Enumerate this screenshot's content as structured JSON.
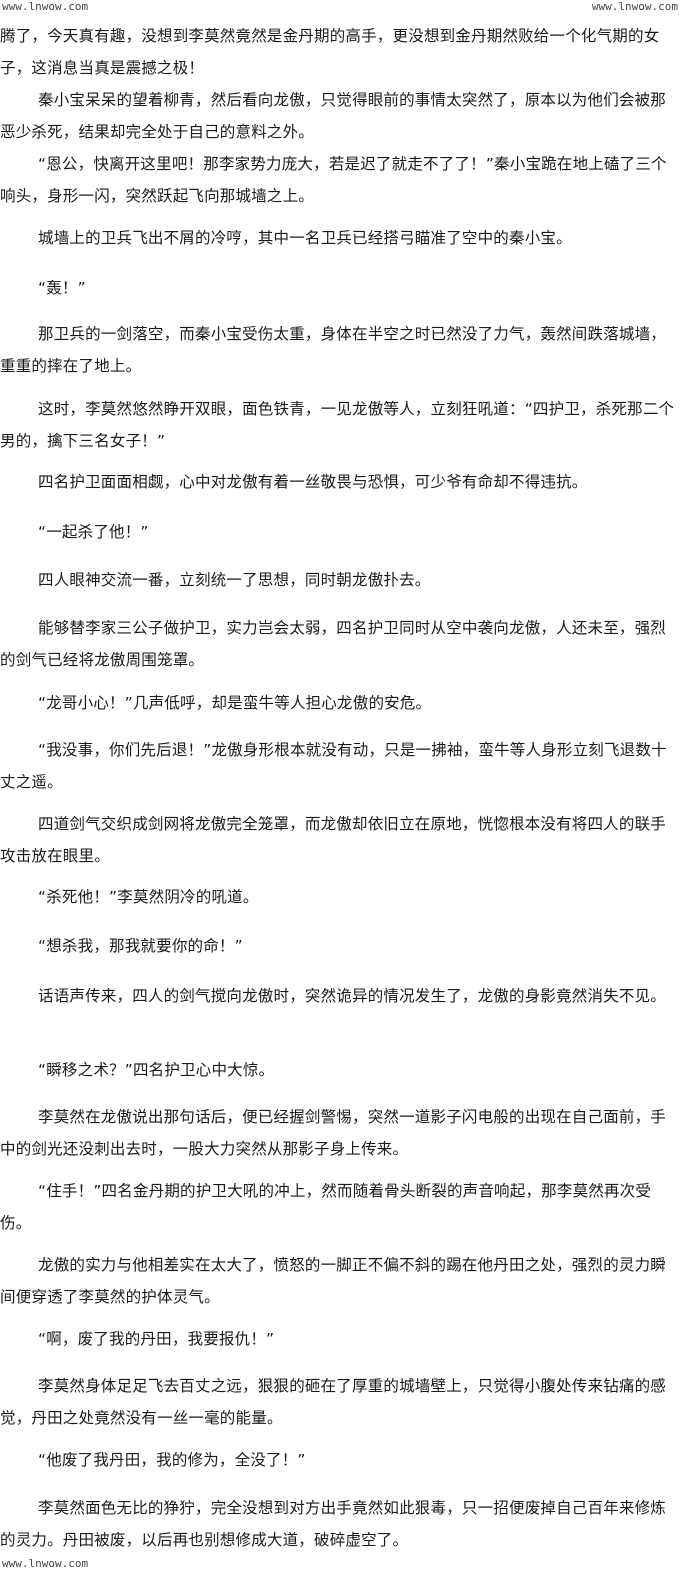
{
  "watermarks": {
    "top_left": "www.lnwow.com",
    "top_right": "www.lnwow.com",
    "bottom_left": "www.lnwow.com"
  },
  "paragraphs": [
    "腾了，今天真有趣，没想到李莫然竟然是金丹期的高手，更没想到金丹期然败给一个化气期的女子，这消息当真是震撼之极！",
    "秦小宝呆呆的望着柳青，然后看向龙傲，只觉得眼前的事情太突然了，原本以为他们会被那恶少杀死，结果却完全处于自己的意料之外。",
    "“恩公，快离开这里吧！那李家势力庞大，若是迟了就走不了了！”秦小宝跪在地上磕了三个响头，身形一闪，突然跃起飞向那城墙之上。",
    "城墙上的卫兵飞出不屑的冷哼，其中一名卫兵已经搭弓瞄准了空中的秦小宝。",
    "“轰！”",
    "那卫兵的一剑落空，而秦小宝受伤太重，身体在半空之时已然没了力气，轰然间跌落城墙，重重的摔在了地上。",
    "这时，李莫然悠然睁开双眼，面色铁青，一见龙傲等人，立刻狂吼道：“四护卫，杀死那二个男的，擒下三名女子！”",
    "四名护卫面面相觑，心中对龙傲有着一丝敬畏与恐惧，可少爷有命却不得违抗。",
    "“一起杀了他！”",
    "四人眼神交流一番，立刻统一了思想，同时朝龙傲扑去。",
    "能够替李家三公子做护卫，实力岂会太弱，四名护卫同时从空中袭向龙傲，人还未至，强烈的剑气已经将龙傲周围笼罩。",
    "“龙哥小心！”几声低呼，却是蛮牛等人担心龙傲的安危。",
    "“我没事，你们先后退！”龙傲身形根本就没有动，只是一拂袖，蛮牛等人身形立刻飞退数十丈之遥。",
    "四道剑气交织成剑网将龙傲完全笼罩，而龙傲却依旧立在原地，恍惚根本没有将四人的联手攻击放在眼里。",
    "“杀死他！”李莫然阴冷的吼道。",
    "“想杀我，那我就要你的命！”",
    "话语声传来，四人的剑气搅向龙傲时，突然诡异的情况发生了，龙傲的身影竟然消失不见。",
    "“瞬移之术？”四名护卫心中大惊。",
    "李莫然在龙傲说出那句话后，便已经握剑警惕，突然一道影子闪电般的出现在自己面前，手中的剑光还没刺出去时，一股大力突然从那影子身上传来。",
    "“住手！”四名金丹期的护卫大吼的冲上，然而随着骨头断裂的声音响起，那李莫然再次受伤。",
    "龙傲的实力与他相差实在太大了，愤怒的一脚正不偏不斜的踢在他丹田之处，强烈的灵力瞬间便穿透了李莫然的护体灵气。",
    "“啊，废了我的丹田，我要报仇！”",
    "李莫然身体足足飞去百丈之远，狠狠的砸在了厚重的城墙壁上，只觉得小腹处传来钻痛的感觉，丹田之处竟然没有一丝一毫的能量。",
    "“他废了我丹田，我的修为，全没了！”",
    "李莫然面色无比的狰狞，完全没想到对方出手竟然如此狠毒，只一招便废掉自己百年来修炼的灵力。丹田被废，以后再也别想修成大道，破碎虚空了。"
  ]
}
